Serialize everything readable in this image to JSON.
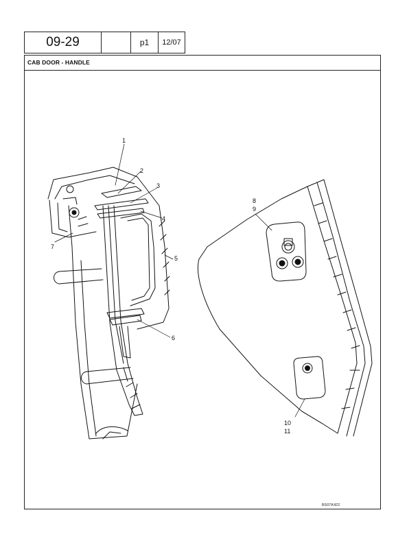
{
  "header": {
    "section_code": "09-29",
    "blank": "",
    "page": "p1",
    "date": "12/07"
  },
  "title": "CAB DOOR - HANDLE",
  "callouts": [
    "1",
    "2",
    "3",
    "4",
    "5",
    "6",
    "7",
    "8",
    "9",
    "10",
    "11"
  ],
  "reference_code": "BS07K422"
}
